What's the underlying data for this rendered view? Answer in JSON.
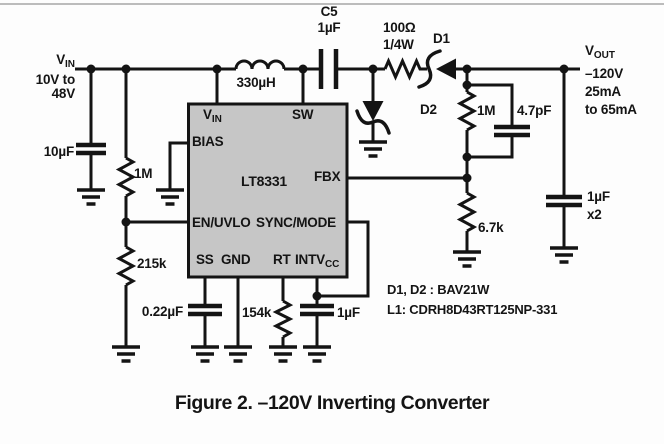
{
  "page": {
    "caption": "Figure 2. –120V Inverting Converter",
    "colors": {
      "line": "#141414",
      "ic_fill": "#c6c6c6",
      "background": "#fdfdfd",
      "top_rule": "#bcbcbc"
    }
  },
  "input": {
    "rail_main": "V",
    "rail_sub": "IN",
    "range1": "10V to",
    "range2": "48V",
    "bulk_cap": "10µF",
    "uvlo_top": "1M",
    "uvlo_bottom": "215k"
  },
  "ic": {
    "part": "LT8331",
    "pin_vin_main": "V",
    "pin_vin_sub": "IN",
    "pin_sw": "SW",
    "pin_bias": "BIAS",
    "pin_fbx": "FBX",
    "pin_en": "EN/UVLO",
    "pin_sync": "SYNC/MODE",
    "pin_ss": "SS",
    "pin_gnd": "GND",
    "pin_rt": "RT",
    "pin_intvcc_main": "INTV",
    "pin_intvcc_sub": "CC"
  },
  "power_path": {
    "c5_ref": "C5",
    "c5_val": "1µF",
    "inductor": "330µH",
    "r_val": "100Ω",
    "r_power": "1/4W",
    "d1": "D1",
    "d2": "D2"
  },
  "feedback": {
    "r_top": "1M",
    "c_ff": "4.7pF",
    "r_bottom": "6.7k"
  },
  "bottom": {
    "ss_cap": "0.22µF",
    "rt_res": "154k",
    "intvcc_cap": "1µF"
  },
  "output": {
    "rail_main": "V",
    "rail_sub": "OUT",
    "voltage": "–120V",
    "current1": "25mA",
    "current2": "to 65mA",
    "cap_val": "1µF",
    "cap_qty": "x2"
  },
  "notes": {
    "diodes": "D1, D2 : BAV21W",
    "inductor": "L1: CDRH8D43RT125NP-331"
  }
}
